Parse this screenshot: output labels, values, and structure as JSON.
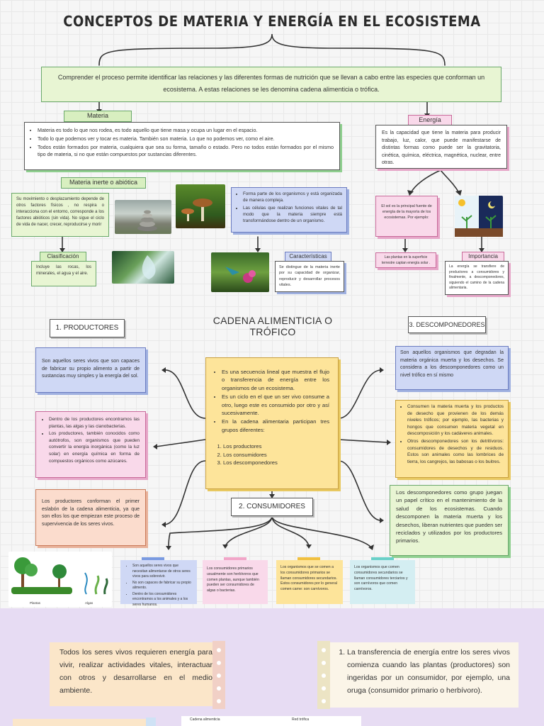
{
  "title": "CONCEPTOS DE MATERIA Y ENERGÍA EN EL ECOSISTEMA",
  "intro": "Comprender el proceso permite identificar las relaciones y las diferentes formas  de nutrición que se llevan a cabo entre las especies que conforman un ecosistema. A estas relaciones se les denomina cadena alimenticia o trófica.",
  "materia": {
    "label": "Materia",
    "items": [
      "Materia es todo lo que nos rodea, es todo aquello que tiene masa y ocupa un lugar en el espacio.",
      "Todo lo que podemos ver y tocar es materia. También son materia. Lo que no podemos ver, como el aire.",
      "Todos están formados por materia, cualquiera que sea su forma, tamaño o estado. Pero no todos están formados por el mismo tipo de materia, si no que están compuestos por sustancias diferentes."
    ]
  },
  "inerte": {
    "label": "Materia inerte o abiótica",
    "text": "Su movimiento o desplazamiento depende de otros factores físicos , no respira o interacciona con el entorno, corresponde a los factores abióticos (sin vida). No sigue el ciclo de vida de nacer, crecer, reproducirse y morir",
    "clasificacion_label": "Clasificación",
    "clasificacion_text": "Incluye las rocas, los minerales, el agua y el aire."
  },
  "viva": {
    "items": [
      "Forma parte de los organismos y está organizada de manera compleja.",
      "Las células que realizan funciones vitales de tal modo que la materia siempre está transformándose dentro de un organismo."
    ],
    "caracteristicas_label": "Características",
    "caracteristicas_text": "Se distingue de la materia inerte por su capacidad de organizar, reproducir y desarrollar procesos vitales."
  },
  "energia": {
    "label": "Energía",
    "text": "Es la capacidad que tiene la materia para producir trabajo, luz, calor, que puede manifestarse de distintas formas como puede ser la gravitatoria, cinética, química, eléctrica, magnética, nuclear, entre otras.",
    "sol_text": "El sol es la principal fuente de energía de la mayoría de los ecosistemas. Por ejemplo:",
    "plantas_text": "Las plantas en la superficie terrestre captan energía solar .",
    "importancia_label": "Importancia",
    "importancia_text": "La energía se transfiere de productores a consumidores y finalmente, a descomponedores, siguiendo el camino de la cadena alimentaria."
  },
  "cadena": {
    "title": "CADENA ALIMENTICIA O TRÓFICO",
    "center_items": [
      "Es una secuencia lineal que muestra el flujo o transferencia de energía entre los organismos de un ecosistema.",
      "Es un ciclo en el que un ser vivo consume a otro, luego este es consumido por otro y así sucesivamente.",
      "En la cadena alimentaria participan tres grupos diferentes:"
    ],
    "groups": [
      "Los productores",
      "Los consumidores",
      "Los descomponedores"
    ]
  },
  "productores": {
    "label": "1.  PRODUCTORES",
    "box1": "Son aquellos seres vivos que son capaces de fabricar su propio alimento a partir de sustancias muy simples y la energía del sol.",
    "box2_items": [
      "Dentro de los productores encontramos las plantas, las algas y las cianobacterias.",
      "Los productores, también conocidos como autótrofos, son organismos que pueden convertir la energía inorgánica (como la luz solar) en energía química en forma de compuestos orgánicos como azúcares."
    ],
    "box3": "Los productores conforman el primer eslabón de la cadena alimenticia, ya que son ellos los que empiezan este proceso de supervivencia de los seres vivos."
  },
  "descomponedores": {
    "label": "3. DESCOMPONEDORES",
    "box1": "Son aquellos organismos que degradan la materia orgánica muerta y los desechos. Se considera a los descomponedores como un nivel trófico en sí mismo",
    "box2_items": [
      "Consumen la materia muerta y los productos de desecho que provienen de los demás niveles tróficos; por ejemplo, las bacterias y hongos que consumen materia vegetal en descomposición y los cadáveres animales.",
      "Otros descomponedores son los detritívoros: consumidores de desechos y de residuos. Estos son animales como las lombrices de tierra, los cangrejos, las babosas o los buitres."
    ],
    "box3": "Los descomponedores como grupo juegan un papel crítico en el mantenimiento de la salud de los ecosistemas. Cuando descomponen la materia muerta y los desechos, liberan nutrientes que pueden ser reciclados y utilizados por los productores primarios."
  },
  "consumidores": {
    "label": "2. CONSUMIDORES",
    "c1_items": [
      "Son aquellos seres vivos que necesitan alimentarse de otros seres vivos para sobrevivir.",
      "No son capaces de fabricar su propio alimento.",
      "Dentro de los consumidores encontramos a los animales y a los seres humanos."
    ],
    "c2": "Los consumidores primarios usualmente son herbívoros que comen plantas, aunque también pueden ser consumidores de algas o bacterias.",
    "c3": "Los organismos que se comen a los consumidores primarios se llaman consumidores secundarios. Estos consumidores por lo general comen carne: son carnívoros.",
    "c4": "Los organismos que comen consumidores secundarios se llaman consumidores terciarios y son carnívoros que comen carnívoros."
  },
  "plant_labels": [
    "Plantas",
    "Algas"
  ],
  "bottom": {
    "left": "Todos los seres vivos requieren energía para vivir, realizar actividades vitales, interactuar con otros y desarrollarse en el medio ambiente.",
    "right_item": "La transferencia de energía entre los seres vivos comienza cuando las plantas (productores) son ingeridas por un consumidor, por ejemplo, una oruga (consumidor primario o herbívoro).",
    "table_col1": "Cadena alimenticia",
    "table_col2": "Red trófica"
  },
  "colors": {
    "green": "#e8f5d3",
    "blue": "#cfd8f5",
    "pink": "#f9d9ea",
    "yellow": "#fde49a",
    "orange": "#fbdccd",
    "peach": "#fbe6c9",
    "lavender": "#e7dcf3"
  }
}
